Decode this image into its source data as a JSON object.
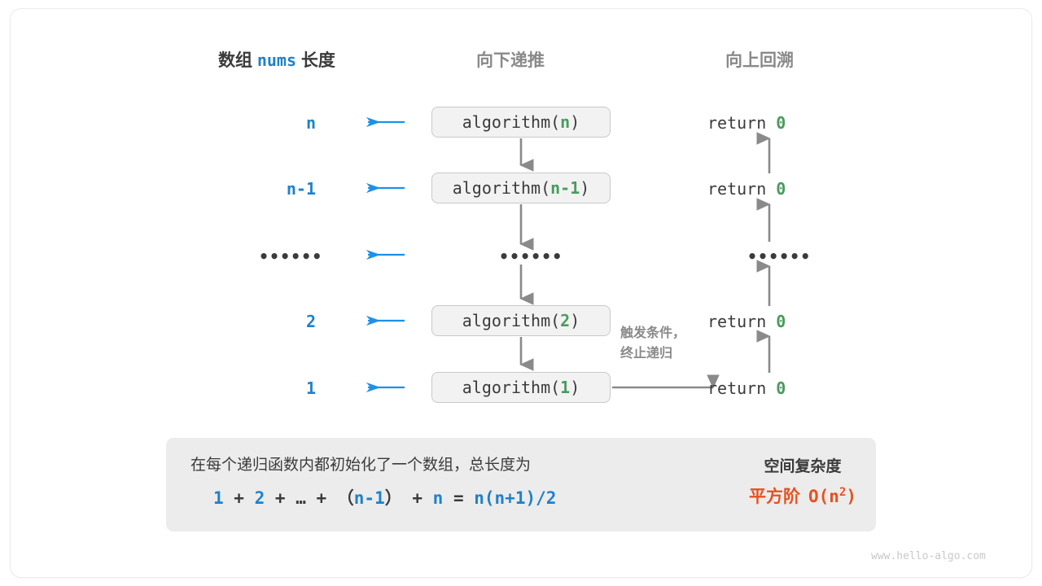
{
  "headers": {
    "left_prefix": "数组",
    "left_code": "nums",
    "left_suffix": "长度",
    "middle": "向下递推",
    "right": "向上回溯"
  },
  "rows": [
    {
      "length": "n",
      "call_prefix": "algorithm(",
      "call_arg": "n",
      "call_suffix": ")",
      "return_text": "return ",
      "return_value": "0"
    },
    {
      "length": "n-1",
      "call_prefix": "algorithm(",
      "call_arg": "n-1",
      "call_suffix": ")",
      "return_text": "return ",
      "return_value": "0"
    },
    {
      "length": "……",
      "call_prefix": "",
      "call_arg": "",
      "call_suffix": "",
      "return_text": "",
      "return_value": ""
    },
    {
      "length": "2",
      "call_prefix": "algorithm(",
      "call_arg": "2",
      "call_suffix": ")",
      "return_text": "return ",
      "return_value": "0"
    },
    {
      "length": "1",
      "call_prefix": "algorithm(",
      "call_arg": "1",
      "call_suffix": ")",
      "return_text": "return ",
      "return_value": "0"
    }
  ],
  "ellipsis": "••••••",
  "annotation": {
    "line1": "触发条件，",
    "line2": "终止递归"
  },
  "summary": {
    "description": "在每个递归函数内都初始化了一个数组，总长度为",
    "formula_parts": [
      {
        "text": "1",
        "blue": true
      },
      {
        "text": " + ",
        "blue": false
      },
      {
        "text": "2",
        "blue": true
      },
      {
        "text": " + ",
        "blue": false
      },
      {
        "text": "…",
        "blue": false
      },
      {
        "text": " + （",
        "blue": false
      },
      {
        "text": "n-1",
        "blue": true
      },
      {
        "text": "） + ",
        "blue": false
      },
      {
        "text": "n",
        "blue": true
      },
      {
        "text": " = ",
        "blue": false
      },
      {
        "text": "n(n+1)/2",
        "blue": true
      }
    ],
    "complexity_title": "空间复杂度",
    "complexity_order": "平方阶",
    "complexity_big_o_prefix": "O(n",
    "complexity_big_o_exp": "2",
    "complexity_big_o_suffix": ")"
  },
  "watermark": "www.hello-algo.com",
  "colors": {
    "blue": "#1e81ce",
    "green": "#4a9b5e",
    "orange": "#e5521f",
    "gray": "#808080",
    "dark": "#3b3b3b",
    "box_fill": "#f2f2f2",
    "summary_fill": "#ececec"
  }
}
